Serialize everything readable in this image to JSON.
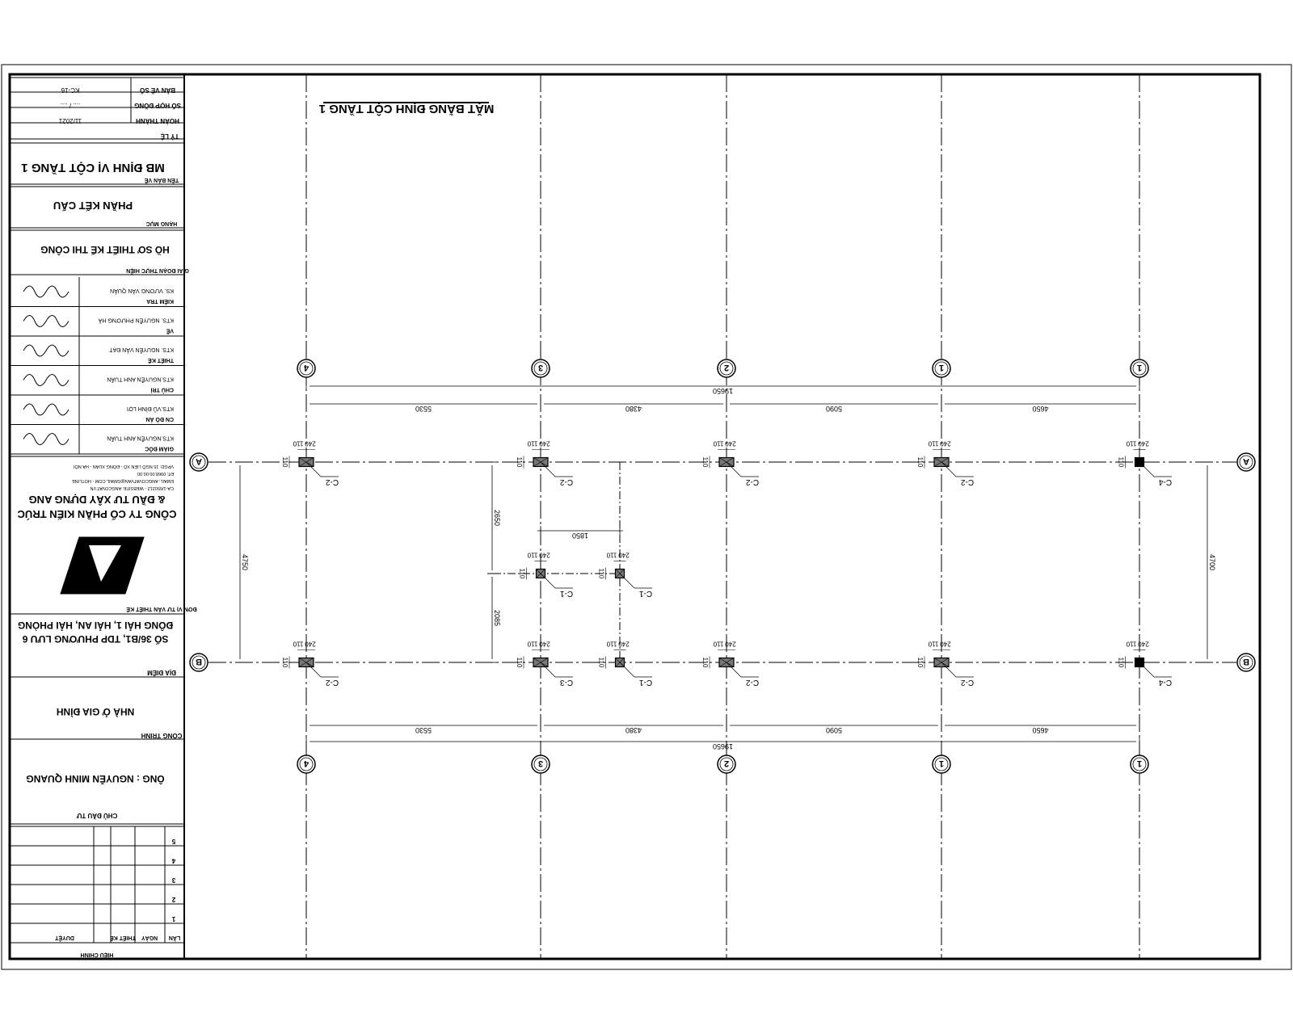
{
  "drawing": {
    "title": "MẶT BẰNG ĐỊNH CỘT TẦNG 1",
    "grid_cols": [
      "4",
      "3",
      "2",
      "1",
      "1"
    ],
    "grid_rows": [
      "A",
      "B"
    ],
    "dims_top_total": "19650",
    "dims_spans": [
      "5530",
      "4380",
      "5090",
      "4650"
    ],
    "dim_left_ab": "4750",
    "dim_right_ab": "4700",
    "dim_mid_upper": "2650",
    "dim_mid_lower": "2085",
    "dim_sub_span": "1850",
    "column_labels": {
      "c1": "C-1",
      "c2": "C-2",
      "c3": "C-3",
      "c4": "C-4"
    },
    "size_labels": {
      "s240": "240",
      "s110": "110"
    }
  },
  "title_block": {
    "sheet_no_label": "BẢN VẼ SỐ",
    "sheet_no": "KC-16",
    "contract_label": "SỐ HỢP ĐỒNG",
    "contract_no": ".... / ....",
    "completed_label": "HOÀN THÀNH",
    "completed_date": "11/2021",
    "scale_label": "TỶ LỆ",
    "drawing_name_label": "TÊN BẢN VẼ",
    "drawing_name": "MB ĐỊNH VỊ CỘT TẦNG 1",
    "category_label": "HẠNG MỤC",
    "category": "PHẦN KẾT CẤU",
    "phase_label": "GIAI ĐOẠN THỰC HIỆN",
    "phase": "HỒ SƠ THIẾT KẾ THI CÔNG",
    "roles": [
      {
        "role": "KIỂM TRA",
        "name": "KS. VƯƠNG VĂN QUÂN"
      },
      {
        "role": "VẼ",
        "name": "KTS. NGUYỄN PHƯƠNG HÀ"
      },
      {
        "role": "THIẾT KẾ",
        "name": "KTS. NGUYỄN VĂN ĐẠT"
      },
      {
        "role": "CHỦ TRÌ",
        "name": "KTS.NGUYỄN ANH TUẤN"
      },
      {
        "role": "CN ĐỒ ÁN",
        "name": "KTS.VŨ ĐÌNH LỢI"
      },
      {
        "role": "GIÁM ĐỐC",
        "name": "KTS.NGUYỄN ANH TUẤN"
      }
    ],
    "company_contact": [
      "VPGD:    15 NGÕ LIÊN XÔ - ĐÔNG XUÂN - HÀ NỘI",
      "ĐT:         0968.00.00.00",
      "EMAIL:     ANGCOVATVAN@GMAIL.COM - HOTLINE",
      "               CA-1/650212 - WEBSITE: ANGCOVAT.VN"
    ],
    "company_name_1": "CÔNG TY CỔ PHẦN KIẾN TRÚC",
    "company_name_2": "& ĐẦU TƯ XÂY DỰNG ANG",
    "consultant_label": "ĐƠN VỊ TƯ VẤN THIẾT KẾ",
    "location_label": "ĐỊA ĐIỂM",
    "location_1": "SỐ 36/B1, TDP PHƯƠNG LƯU 6",
    "location_2": "ĐÔNG HẢI 1, HẢI AN, HẢI PHÒNG",
    "project_label": "CÔNG TRÌNH",
    "project": "NHÀ Ở GIA ĐÌNH",
    "owner_label": "CHỦ ĐẦU TƯ",
    "owner": "ÔNG : NGUYỄN MINH QUANG",
    "revision_title": "HIỆU CHỈNH",
    "revision_headers": [
      "LẦN",
      "NGÀY",
      "THIẾT KẾ",
      "DUYỆT"
    ],
    "revision_rows": [
      "1",
      "2",
      "3",
      "4",
      "5"
    ]
  }
}
